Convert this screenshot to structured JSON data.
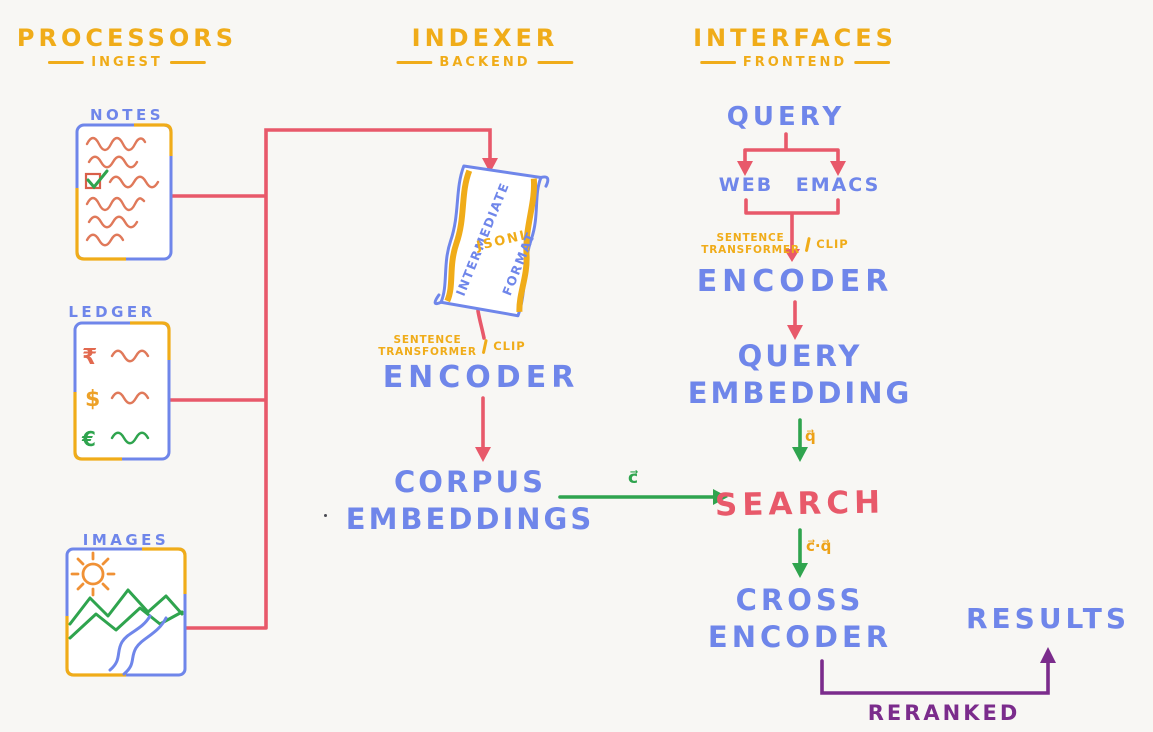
{
  "headers": {
    "processors": {
      "title": "PROCESSORS",
      "subtitle": "INGEST"
    },
    "indexer": {
      "title": "INDEXER",
      "subtitle": "BACKEND"
    },
    "interfaces": {
      "title": "INTERFACES",
      "subtitle": "FRONTEND"
    }
  },
  "processors": {
    "notes_label": "NOTES",
    "ledger_label": "LEDGER",
    "images_label": "IMAGES",
    "currency": {
      "rupee": "₹",
      "dollar": "$",
      "euro": "€"
    }
  },
  "indexer": {
    "scroll": {
      "left_text": "INTERMEDIATE",
      "center_text": "JSONL",
      "right_text": "FORMAT"
    },
    "st_label": {
      "line1": "SENTENCE",
      "line2": "TRANSFORMER",
      "clip": "CLIP"
    },
    "encoder_label": "ENCODER",
    "corpus": {
      "line1": "CORPUS",
      "line2": "EMBEDDINGS"
    },
    "corpus_vector": "c⃗"
  },
  "interfaces": {
    "query_label": "QUERY",
    "web_label": "WEB",
    "emacs_label": "EMACS",
    "st_label": {
      "line1": "SENTENCE",
      "line2": "TRANSFORMER",
      "clip": "CLIP"
    },
    "encoder_label": "ENCODER",
    "query_embedding": {
      "line1": "QUERY",
      "line2": "EMBEDDING"
    },
    "query_vector": "q⃗",
    "search_label": "SEARCH",
    "search_vector": "c⃗·q⃗",
    "cross_encoder": {
      "line1": "CROSS",
      "line2": "ENCODER"
    },
    "results_label": "RESULTS",
    "reranked_label": "RERANKED"
  },
  "colors": {
    "background": "#f8f7f4",
    "blue": "#6f86ea",
    "gold": "#f0ac19",
    "red": "#e8596a",
    "green": "#2fa44e",
    "purple": "#7b2c8c",
    "sketch_salmon": "#e0795a",
    "sun_orange": "#f09135"
  }
}
